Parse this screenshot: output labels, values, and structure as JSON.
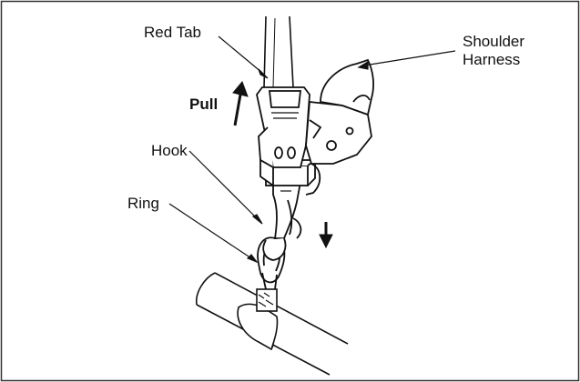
{
  "labels": {
    "red_tab": "Red Tab",
    "shoulder_harness_line1": "Shoulder",
    "shoulder_harness_line2": "Harness",
    "pull": "Pull",
    "hook": "Hook",
    "ring": "Ring"
  },
  "colors": {
    "line": "#111111",
    "background": "#ffffff",
    "frame": "#333333"
  }
}
